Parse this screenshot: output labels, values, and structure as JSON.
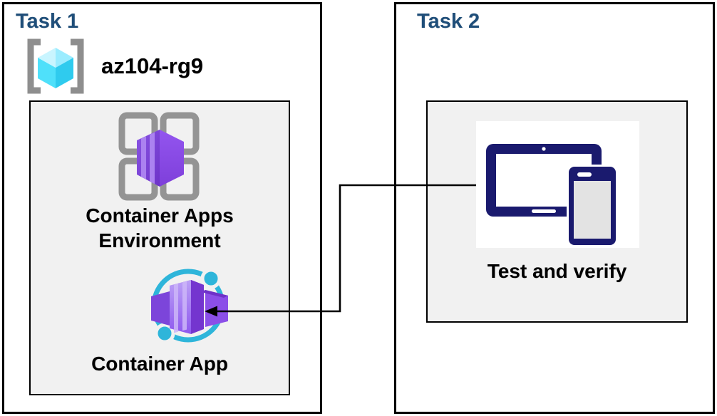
{
  "task1": {
    "title": "Task 1",
    "resource_group": {
      "name": "az104-rg9",
      "icon": "resource-group-icon"
    },
    "environment": {
      "label": "Container Apps Environment",
      "icon": "container-apps-environment-icon"
    },
    "container_app": {
      "label": "Container App",
      "icon": "container-app-icon"
    }
  },
  "task2": {
    "title": "Task 2",
    "test": {
      "label": "Test and verify",
      "icon": "tablet-and-phone-icon"
    }
  },
  "connector": {
    "type": "elbow-arrow",
    "from": "test-and-verify",
    "to": "container-app"
  },
  "colors": {
    "task_title": "#1F4E79",
    "panel_fill": "#F1F1F1",
    "border": "#000000",
    "icon_gray": "#919191",
    "cube_cyan_top": "#B5F1FF",
    "cube_cyan_left": "#4FE0FA",
    "cube_cyan_right": "#2FCBEE",
    "purple_main": "#8A4BE8",
    "purple_dark": "#7440D4",
    "purple_light_stripe": "#AB82F0",
    "arc_cyan": "#2EB5DA",
    "device_navy": "#1A1A6E"
  }
}
